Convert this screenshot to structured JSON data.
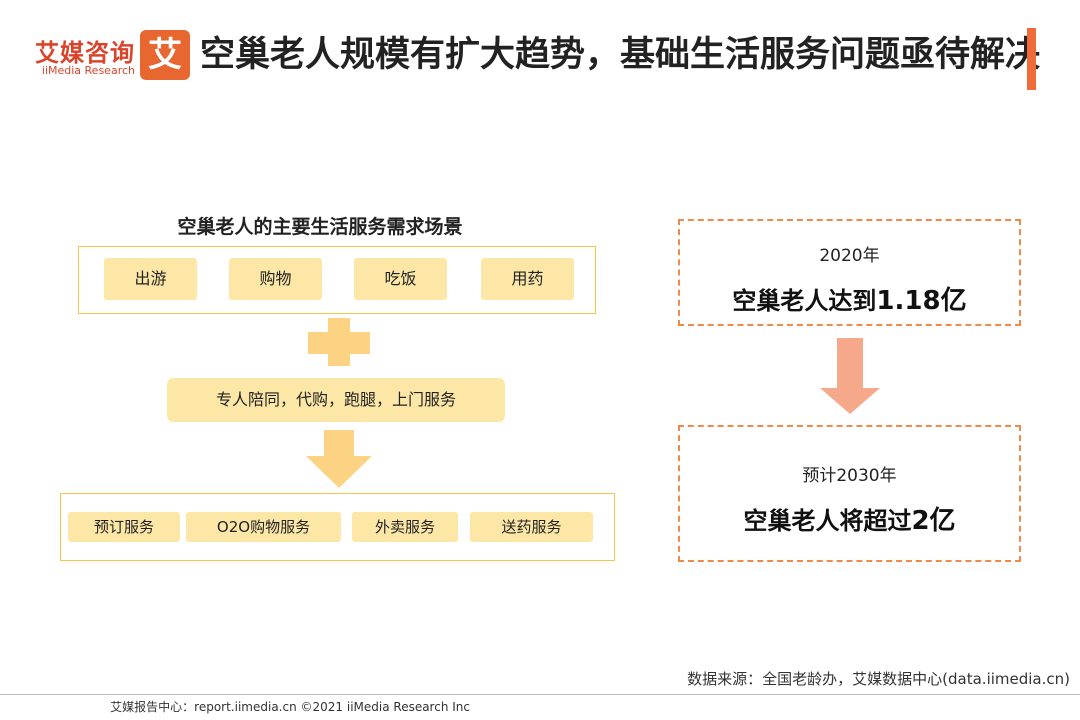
{
  "header": {
    "title": "空巢老人规模有扩大趋势，基础生活服务问题亟待解决",
    "logo_badge": "艾",
    "logo_cn": "艾媒咨询",
    "logo_en": "iiMedia Research"
  },
  "diagram": {
    "needs_title": "空巢老人的主要生活服务需求场景",
    "needs": [
      "用药",
      "吃饭",
      "购物",
      "出游"
    ],
    "services": "专人陪同，代购，跑腿，上门服务",
    "outcomes": [
      "送药服务",
      "外卖服务",
      "O2O购物服务",
      "预订服务"
    ]
  },
  "stats": [
    {
      "year": "2020年",
      "label": "空巢老人达到",
      "value": "1.18亿"
    },
    {
      "year": "预计2030年",
      "label": "空巢老人将超过",
      "value": "2亿"
    }
  ],
  "footer": {
    "source": "数据来源：全国老龄办，艾媒数据中心(data.iimedia.cn)",
    "copyright": "艾媒报告中心：report.iimedia.cn  ©2021  iiMedia Research Inc"
  },
  "colors": {
    "accent": "#f06a3a",
    "pill": "#fde7a6",
    "pill_border": "#f2c94c",
    "dash": "#f08a4b"
  }
}
